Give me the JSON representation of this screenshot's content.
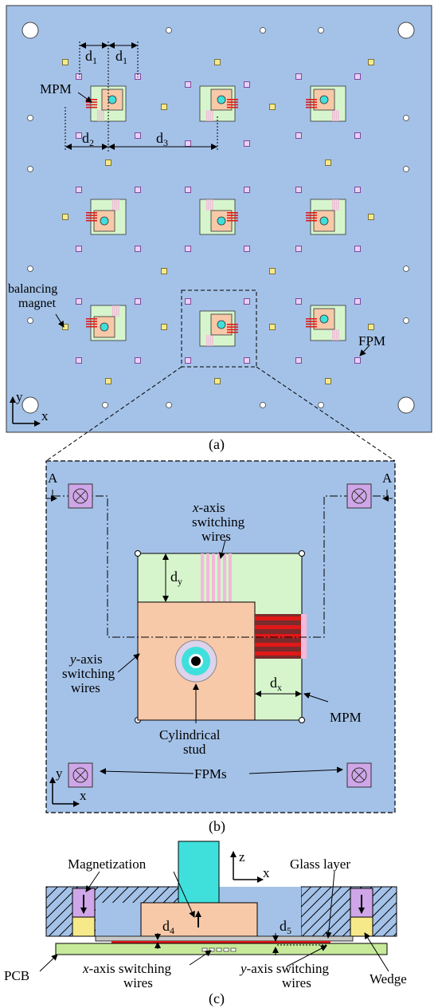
{
  "panel_a": {
    "caption": "(a)",
    "labels": {
      "d1": "d",
      "d1_sub": "1",
      "d2": "d",
      "d2_sub": "2",
      "d3": "d",
      "d3_sub": "3",
      "mpm": "MPM",
      "balancing_1": "balancing",
      "balancing_2": "magnet",
      "fpm": "FPM",
      "axis_y": "y",
      "axis_x": "x"
    }
  },
  "panel_b": {
    "caption": "(b)",
    "labels": {
      "section_left": "A",
      "section_right": "A",
      "x_wires_1": "x",
      "x_wires_1b": "-axis",
      "x_wires_2": "switching",
      "x_wires_3": "wires",
      "y_wires_1": "y",
      "y_wires_1b": "-axis",
      "y_wires_2": "switching",
      "y_wires_3": "wires",
      "dy": "d",
      "dy_sub": "y",
      "dx": "d",
      "dx_sub": "x",
      "stud_1": "Cylindrical",
      "stud_2": "stud",
      "mpm": "MPM",
      "fpms": "FPMs",
      "axis_y": "y",
      "axis_x": "x"
    }
  },
  "panel_c": {
    "caption": "(c)",
    "labels": {
      "magnetization": "Magnetization",
      "axis_z": "z",
      "axis_x": "x",
      "glass": "Glass layer",
      "d4": "d",
      "d4_sub": "4",
      "d5": "d",
      "d5_sub": "5",
      "pcb": "PCB",
      "x_wires_1": "x",
      "x_wires_1b": "-axis switching",
      "x_wires_2": "wires",
      "y_wires_1": "y",
      "y_wires_1b": "-axis switching",
      "y_wires_2": "wires",
      "wedge": "Wedge"
    }
  },
  "colors": {
    "background_blue": "#a4c2e8",
    "mpm_green": "#d6f5cc",
    "mpm_orange": "#f7c9a8",
    "stud_cyan": "#3fe0dc",
    "fpm_purple": "#cfa6e8",
    "balance_yellow": "#f6e98a",
    "wire_red": "#e01818",
    "wire_pink": "#f3b9da"
  }
}
